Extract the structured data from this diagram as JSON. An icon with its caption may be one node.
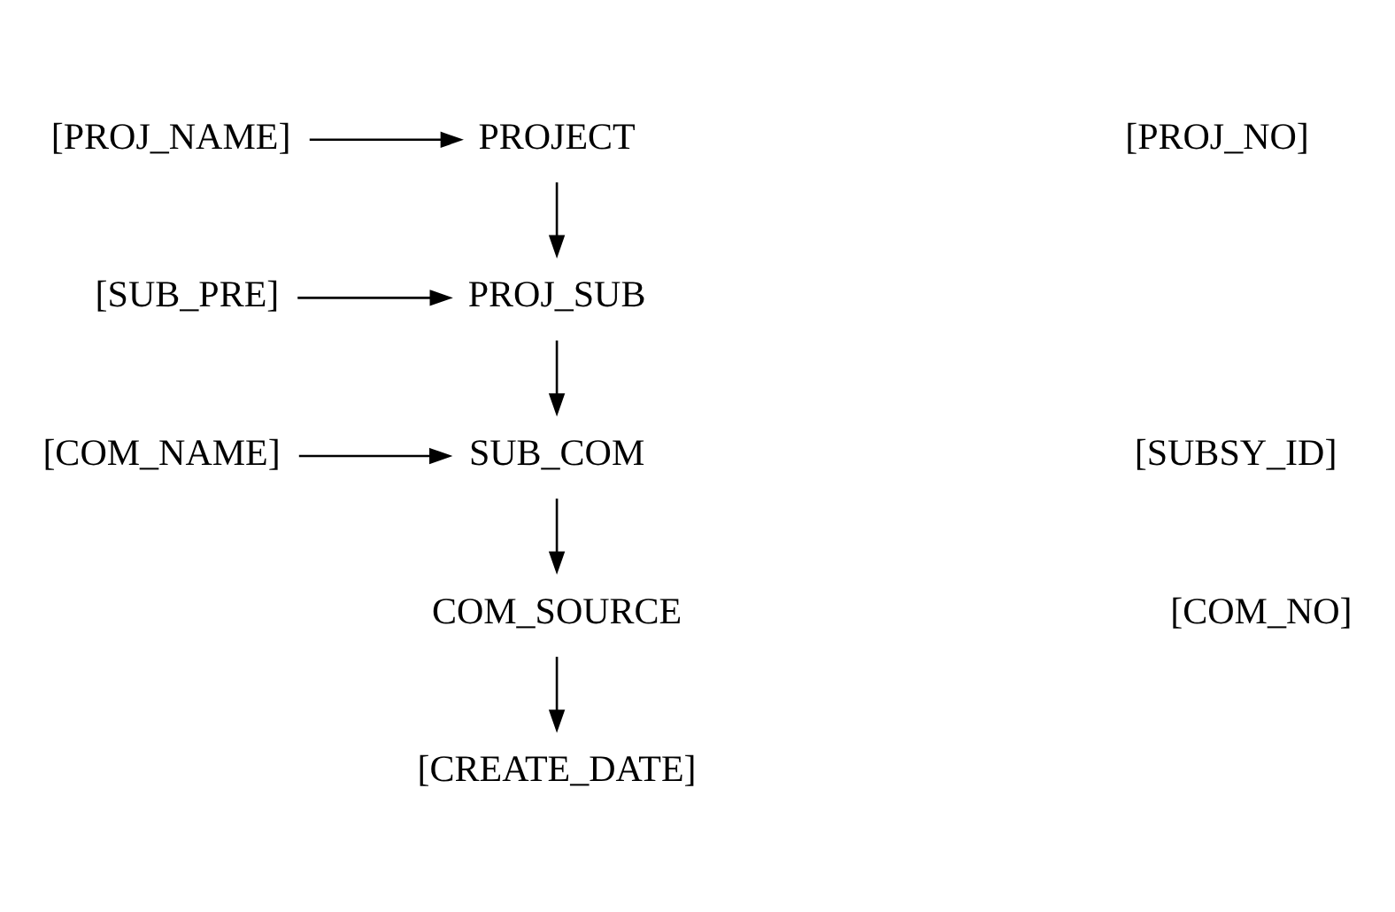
{
  "diagram": {
    "nodes": [
      {
        "text": [
          "[PROJ_NAME]"
        ]
      },
      {
        "text": [
          "PROJECT"
        ]
      },
      {
        "text": [
          "[SUB_PRE]"
        ]
      },
      {
        "text": [
          "PROJ_SUB"
        ]
      },
      {
        "text": [
          "[COM_NAME]"
        ]
      },
      {
        "text": [
          "SUB_COM"
        ]
      },
      {
        "text": [
          "COM_SOURCE"
        ]
      },
      {
        "text": [
          "[CREATE_DATE]"
        ]
      }
    ],
    "edges": [
      {
        "from": 0,
        "to": 1,
        "arrow": "to"
      },
      {
        "from": 1,
        "to": 3,
        "arrow": "to"
      },
      {
        "from": 2,
        "to": 3,
        "arrow": "to"
      },
      {
        "from": 3,
        "to": 5,
        "arrow": "to"
      },
      {
        "from": 4,
        "to": 5,
        "arrow": "to"
      },
      {
        "from": 5,
        "to": 6,
        "arrow": "to"
      },
      {
        "from": 6,
        "to": 7,
        "arrow": "to"
      }
    ],
    "labels": [
      "[PROJ_NO]",
      "[SUBSY_ID]",
      "[COM_NO]"
    ]
  }
}
